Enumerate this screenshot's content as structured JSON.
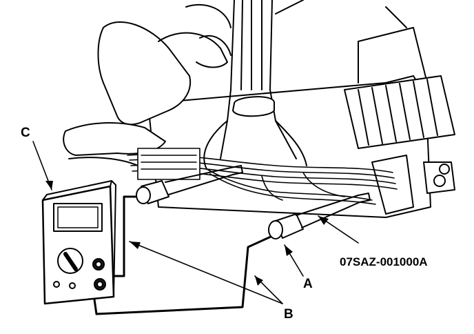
{
  "figure": {
    "callouts": {
      "c": "C",
      "a": "A",
      "b": "B",
      "part_number": "07SAZ-001000A"
    },
    "colors": {
      "ink": "#000000",
      "paper": "#ffffff",
      "meter_face": "#1a1a1a"
    }
  }
}
